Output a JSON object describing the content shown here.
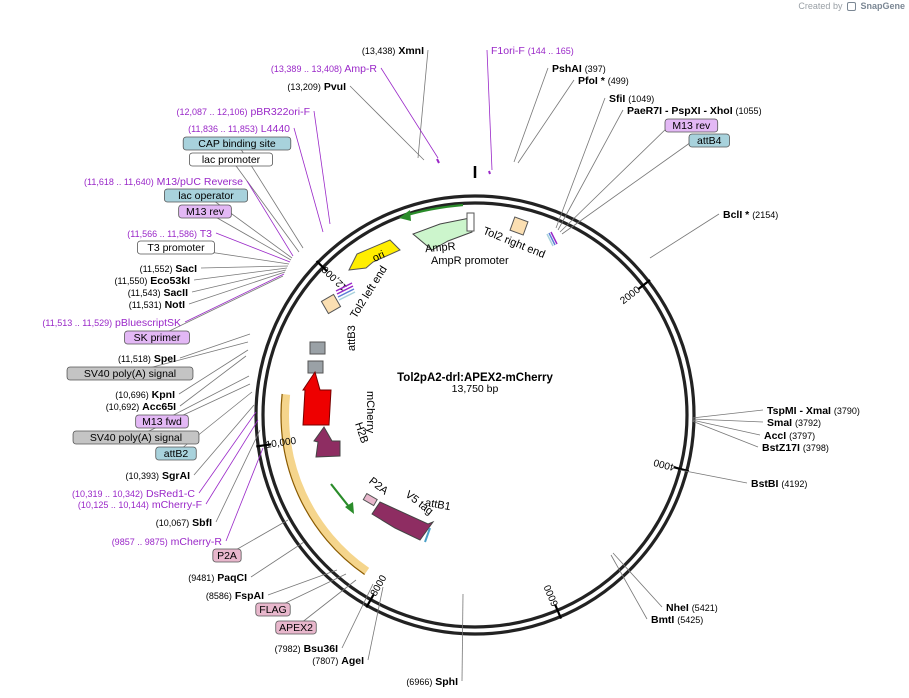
{
  "credit": {
    "prefix": "Created by",
    "brand": "SnapGene"
  },
  "plasmid": {
    "name": "Tol2pA2-drl:APEX2-mCherry",
    "length_label": "13,750 bp"
  },
  "colors": {
    "site": "#000000",
    "primer": "#9a28c8",
    "primer_fill": "#e3b8f5",
    "blue_fill": "#a8d2dc",
    "gray_fill": "#c4c4c4",
    "pink_fill": "#e8b7cc",
    "white_fill": "#ffffff",
    "apex2_arrow": "#8e2d62",
    "mcherry_arrow": "#ee0000",
    "ampr_arrow": "#ccf5cc",
    "ori_arrow": "#ffee00",
    "orf_band": "#f5d58c"
  },
  "ticks": [
    {
      "label": "2000"
    },
    {
      "label": "4000"
    },
    {
      "label": "6000"
    },
    {
      "label": "8000"
    },
    {
      "label": "10,000"
    },
    {
      "label": "12,000"
    }
  ],
  "features": [
    {
      "label": "ori"
    },
    {
      "label": "AmpR"
    },
    {
      "label": "AmpR promoter"
    },
    {
      "label": "Tol2 right end"
    },
    {
      "label": "Tol2 left end"
    },
    {
      "label": "attB3"
    },
    {
      "label": "mCherry"
    },
    {
      "label": "H2B"
    },
    {
      "label": "P2A"
    },
    {
      "label": "V5 tag"
    },
    {
      "label": "attB1"
    }
  ],
  "labels": [
    {
      "kind": "site",
      "pos": "(13,438)",
      "name": "XmnI"
    },
    {
      "kind": "site",
      "pos": "(13,209)",
      "name": "PvuI"
    },
    {
      "kind": "primer",
      "pos": "(13,389 .. 13,408)",
      "name": "Amp-R"
    },
    {
      "kind": "primer",
      "pos": "(12,087 .. 12,106)",
      "name": "pBR322ori-F"
    },
    {
      "kind": "primer",
      "pos": "(11,836 .. 11,853)",
      "name": "L4440"
    },
    {
      "kind": "box",
      "name": "CAP binding site",
      "fill": "blue"
    },
    {
      "kind": "box",
      "name": "lac promoter",
      "fill": "white"
    },
    {
      "kind": "primer",
      "pos": "(11,618 .. 11,640)",
      "name": "M13/pUC Reverse"
    },
    {
      "kind": "box",
      "name": "lac operator",
      "fill": "blue"
    },
    {
      "kind": "box",
      "name": "M13 rev",
      "fill": "primer"
    },
    {
      "kind": "primer",
      "pos": "(11,566 .. 11,586)",
      "name": "T3"
    },
    {
      "kind": "box",
      "name": "T3 promoter",
      "fill": "white"
    },
    {
      "kind": "site",
      "pos": "(11,552)",
      "name": "SacI"
    },
    {
      "kind": "site",
      "pos": "(11,550)",
      "name": "Eco53kI"
    },
    {
      "kind": "site",
      "pos": "(11,543)",
      "name": "SacII"
    },
    {
      "kind": "site",
      "pos": "(11,531)",
      "name": "NotI"
    },
    {
      "kind": "primer",
      "pos": "(11,513 .. 11,529)",
      "name": "pBluescriptSK"
    },
    {
      "kind": "box",
      "name": "SK primer",
      "fill": "primer"
    },
    {
      "kind": "site",
      "pos": "(11,518)",
      "name": "SpeI"
    },
    {
      "kind": "box",
      "name": "SV40 poly(A) signal",
      "fill": "gray"
    },
    {
      "kind": "site",
      "pos": "(10,696)",
      "name": "KpnI"
    },
    {
      "kind": "site",
      "pos": "(10,692)",
      "name": "Acc65I"
    },
    {
      "kind": "box",
      "name": "M13 fwd",
      "fill": "primer"
    },
    {
      "kind": "box",
      "name": "SV40 poly(A) signal",
      "fill": "gray"
    },
    {
      "kind": "box",
      "name": "attB2",
      "fill": "blue"
    },
    {
      "kind": "site",
      "pos": "(10,393)",
      "name": "SgrAI"
    },
    {
      "kind": "primer",
      "pos": "(10,319 .. 10,342)",
      "name": "DsRed1-C"
    },
    {
      "kind": "primer",
      "pos": "(10,125 .. 10,144)",
      "name": "mCherry-F"
    },
    {
      "kind": "site",
      "pos": "(10,067)",
      "name": "SbfI"
    },
    {
      "kind": "primer",
      "pos": "(9857 .. 9875)",
      "name": "mCherry-R"
    },
    {
      "kind": "box",
      "name": "P2A",
      "fill": "pink"
    },
    {
      "kind": "site",
      "pos": "(9481)",
      "name": "PaqCI"
    },
    {
      "kind": "site",
      "pos": "(8586)",
      "name": "FspAI"
    },
    {
      "kind": "box",
      "name": "FLAG",
      "fill": "pink"
    },
    {
      "kind": "box",
      "name": "APEX2",
      "fill": "pink"
    },
    {
      "kind": "site",
      "pos": "(7982)",
      "name": "Bsu36I"
    },
    {
      "kind": "site",
      "pos": "(7807)",
      "name": "AgeI"
    },
    {
      "kind": "site",
      "pos": "(6966)",
      "name": "SphI"
    },
    {
      "kind": "primer",
      "pos": "(144 .. 165)",
      "name": "F1ori-F"
    },
    {
      "kind": "site",
      "pos": "(397)",
      "name": "PshAI"
    },
    {
      "kind": "site",
      "pos": "(499)",
      "name": "PfoI *"
    },
    {
      "kind": "site",
      "pos": "(1049)",
      "name": "SfiI"
    },
    {
      "kind": "site",
      "pos": "(1055)",
      "name": "PaeR7I - PspXI - XhoI"
    },
    {
      "kind": "box",
      "name": "M13 rev",
      "fill": "primer"
    },
    {
      "kind": "box",
      "name": "attB4",
      "fill": "blue"
    },
    {
      "kind": "site",
      "pos": "(2154)",
      "name": "BclI *"
    },
    {
      "kind": "site",
      "pos": "(3790)",
      "name": "TspMI - XmaI"
    },
    {
      "kind": "site",
      "pos": "(3792)",
      "name": "SmaI"
    },
    {
      "kind": "site",
      "pos": "(3797)",
      "name": "AccI"
    },
    {
      "kind": "site",
      "pos": "(3798)",
      "name": "BstZ17I"
    },
    {
      "kind": "site",
      "pos": "(4192)",
      "name": "BstBI"
    },
    {
      "kind": "site",
      "pos": "(5421)",
      "name": "NheI"
    },
    {
      "kind": "site",
      "pos": "(5425)",
      "name": "BmtI"
    }
  ]
}
